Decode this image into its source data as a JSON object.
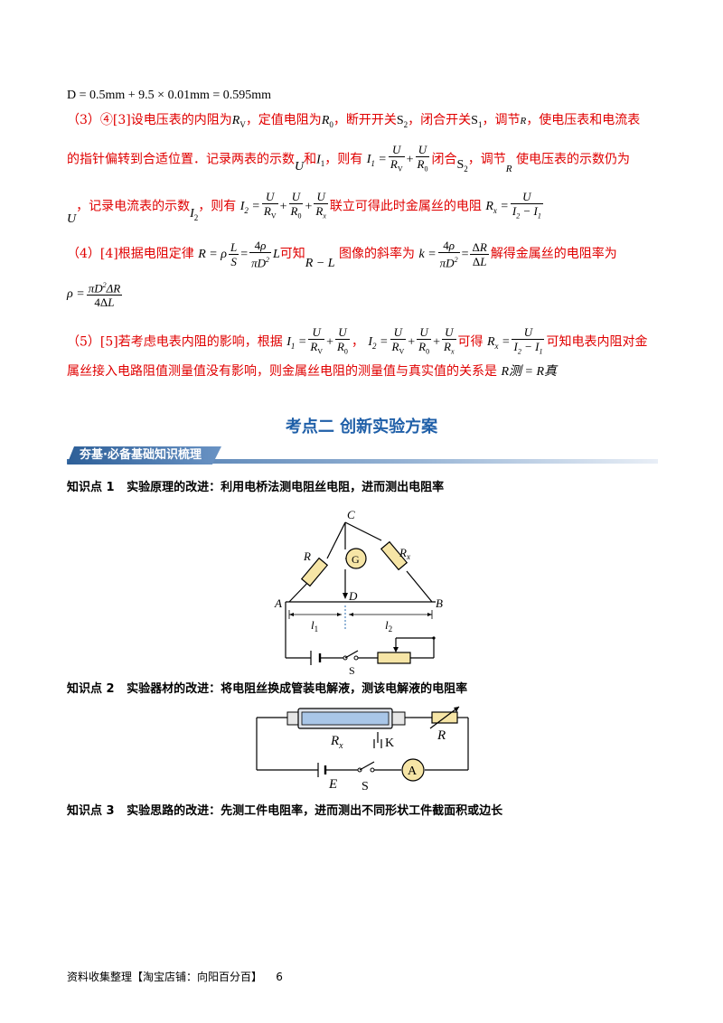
{
  "line_d": {
    "formula": "D = 0.5mm + 9.5 × 0.01mm = 0.595mm"
  },
  "step3": {
    "l1a": "（3）④[3]设电压表的内阻为",
    "rv": "R",
    "rv_sub": "V",
    "l1b": "，定值电阻为",
    "r0": "R",
    "r0_sub": "0",
    "l1c": "，断开开关",
    "s2": "S",
    "s2_sub": "2",
    "l1d": "，闭合开关",
    "s1": "S",
    "s1_sub": "1",
    "l1e": "，调节",
    "r": "R",
    "l1f": "，使电压表和电流表",
    "l2a": "的指针偏转到合适位置．记录两表的示数",
    "u": "U",
    "l2b": "和",
    "i1": "I",
    "i1_sub": "1",
    "l2c": "，则有",
    "l2d": "闭合",
    "l2e": "，调节",
    "l2f": "使电压表的示数仍为",
    "l3a": "，记录电流表的示数",
    "i2": "I",
    "i2_sub": "2",
    "l3b": "，则有",
    "l3c": "联立可得此时金属丝的电阻"
  },
  "step4": {
    "l1a": "（4）[4]根据电阻定律",
    "l1b": "可知",
    "rl": "R − L",
    "l1c": "图像的斜率为",
    "l1d": "解得金属丝的电阻率为"
  },
  "step5": {
    "l1a": "（5）[5]若考虑电表内阻的影响，根据",
    "l1b": "，",
    "l1c": "可得",
    "l1d": "可知电表内阻对金",
    "l2a": "属丝接入电路阻值测量值没有影响，则金属丝电阻的测量值与真实值的关系是",
    "rel": "R测 = R真"
  },
  "section": {
    "title": "考点二 创新实验方案",
    "banner": "夯基·必备基础知识梳理"
  },
  "kp1": {
    "label": "知识点 1",
    "text": "实验原理的改进：利用电桥法测电阻丝电阻，进而测出电阻率"
  },
  "kp2": {
    "label": "知识点 2",
    "text": "实验器材的改进：将电阻丝换成管装电解液，测该电解液的电阻率"
  },
  "kp3": {
    "label": "知识点 3",
    "text": "实验思路的改进：先测工件电阻率，进而测出不同形状工件截面积或边长"
  },
  "fig1": {
    "c": "C",
    "r": "R",
    "g": "G",
    "rx": "R",
    "rx_sub": "x",
    "a": "A",
    "d": "D",
    "b": "B",
    "l1": "l",
    "l1_sub": "1",
    "l2": "l",
    "l2_sub": "2",
    "s": "S"
  },
  "fig2": {
    "rx": "R",
    "rx_sub": "x",
    "k": "K",
    "r": "R",
    "e": "E",
    "s": "S",
    "a": "A"
  },
  "footer": {
    "text": "资料收集整理【淘宝店铺：向阳百分百】",
    "page": "6"
  }
}
